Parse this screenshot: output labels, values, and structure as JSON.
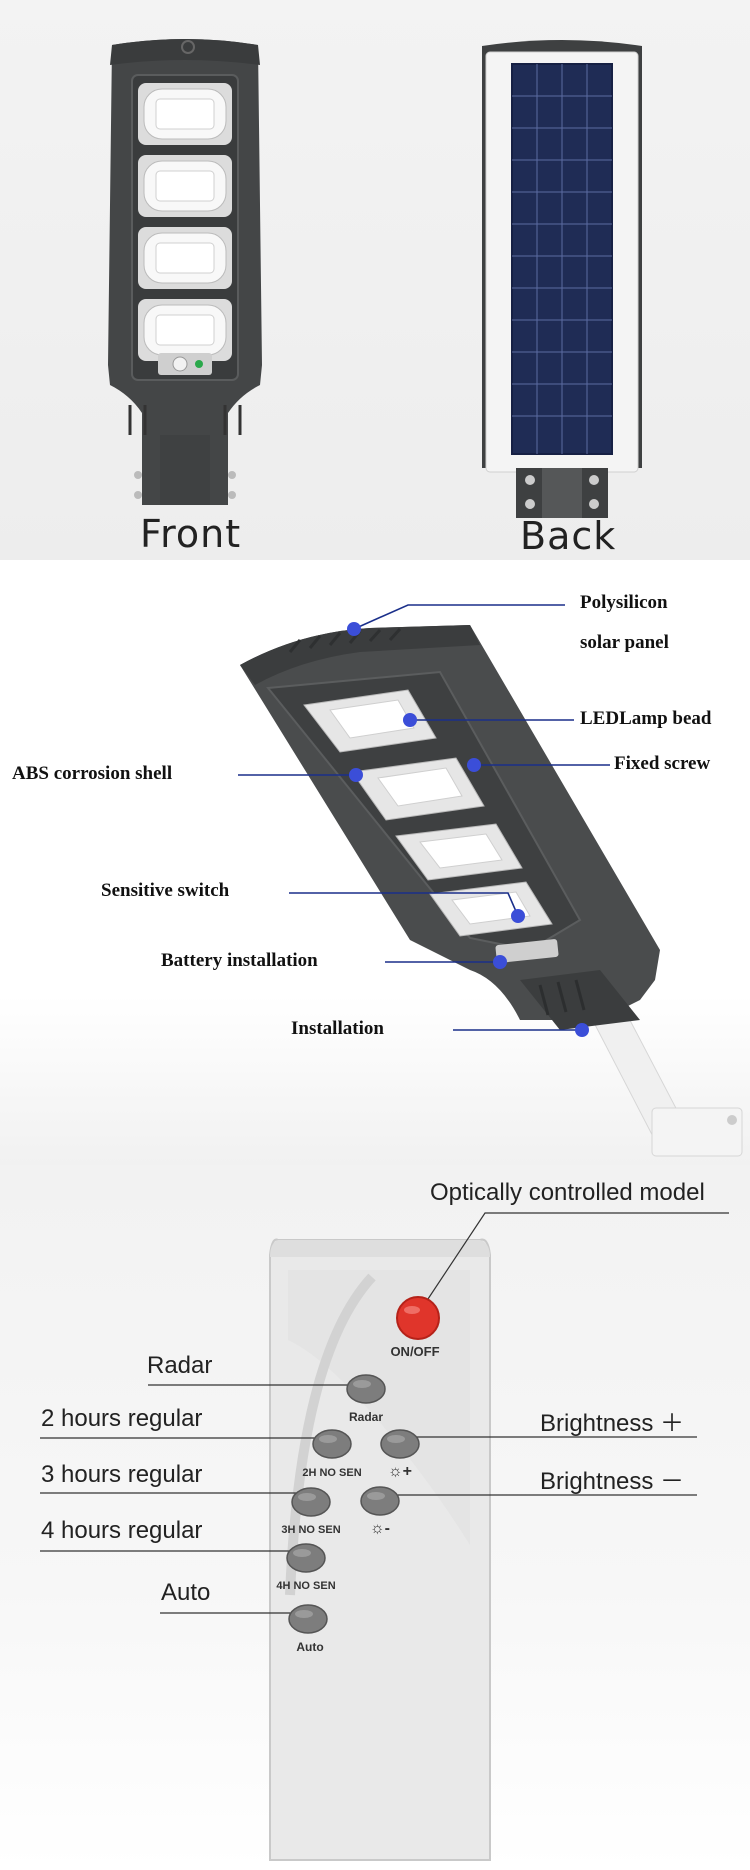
{
  "views": {
    "front_label": "Front",
    "back_label": "Back",
    "colors": {
      "housing": "#444647",
      "panel": "#1f2c55",
      "frame": "#f4f4f4"
    }
  },
  "parts": {
    "labels": {
      "polysilicon_line1": "Polysilicon",
      "polysilicon_line2": "solar panel",
      "led_lamp_bead": "LEDLamp bead",
      "fixed_screw": "Fixed screw",
      "abs_shell": "ABS corrosion shell",
      "sensitive_switch": "Sensitive switch",
      "battery_installation": "Battery installation",
      "installation": "Installation"
    },
    "colors": {
      "callout_line": "#1a2f8a",
      "dot": "#3b4ed8"
    }
  },
  "remote": {
    "callouts": {
      "optically_controlled": "Optically controlled model",
      "radar": "Radar",
      "two_hours": "2 hours regular",
      "three_hours": "3 hours regular",
      "four_hours": "4 hours regular",
      "auto": "Auto",
      "brightness_plus": "Brightness ＋",
      "brightness_minus": "Brightness －"
    },
    "buttons": {
      "on_off": "ON/OFF",
      "radar": "Radar",
      "two_h": "2H NO SEN",
      "three_h": "3H NO SEN",
      "four_h": "4H NO SEN",
      "auto": "Auto",
      "brightness_plus": "☼+",
      "brightness_minus": "☼-"
    },
    "colors": {
      "body": "#e9e9e9",
      "power_button": "#e0352b",
      "button": "#7d7d7d"
    }
  }
}
